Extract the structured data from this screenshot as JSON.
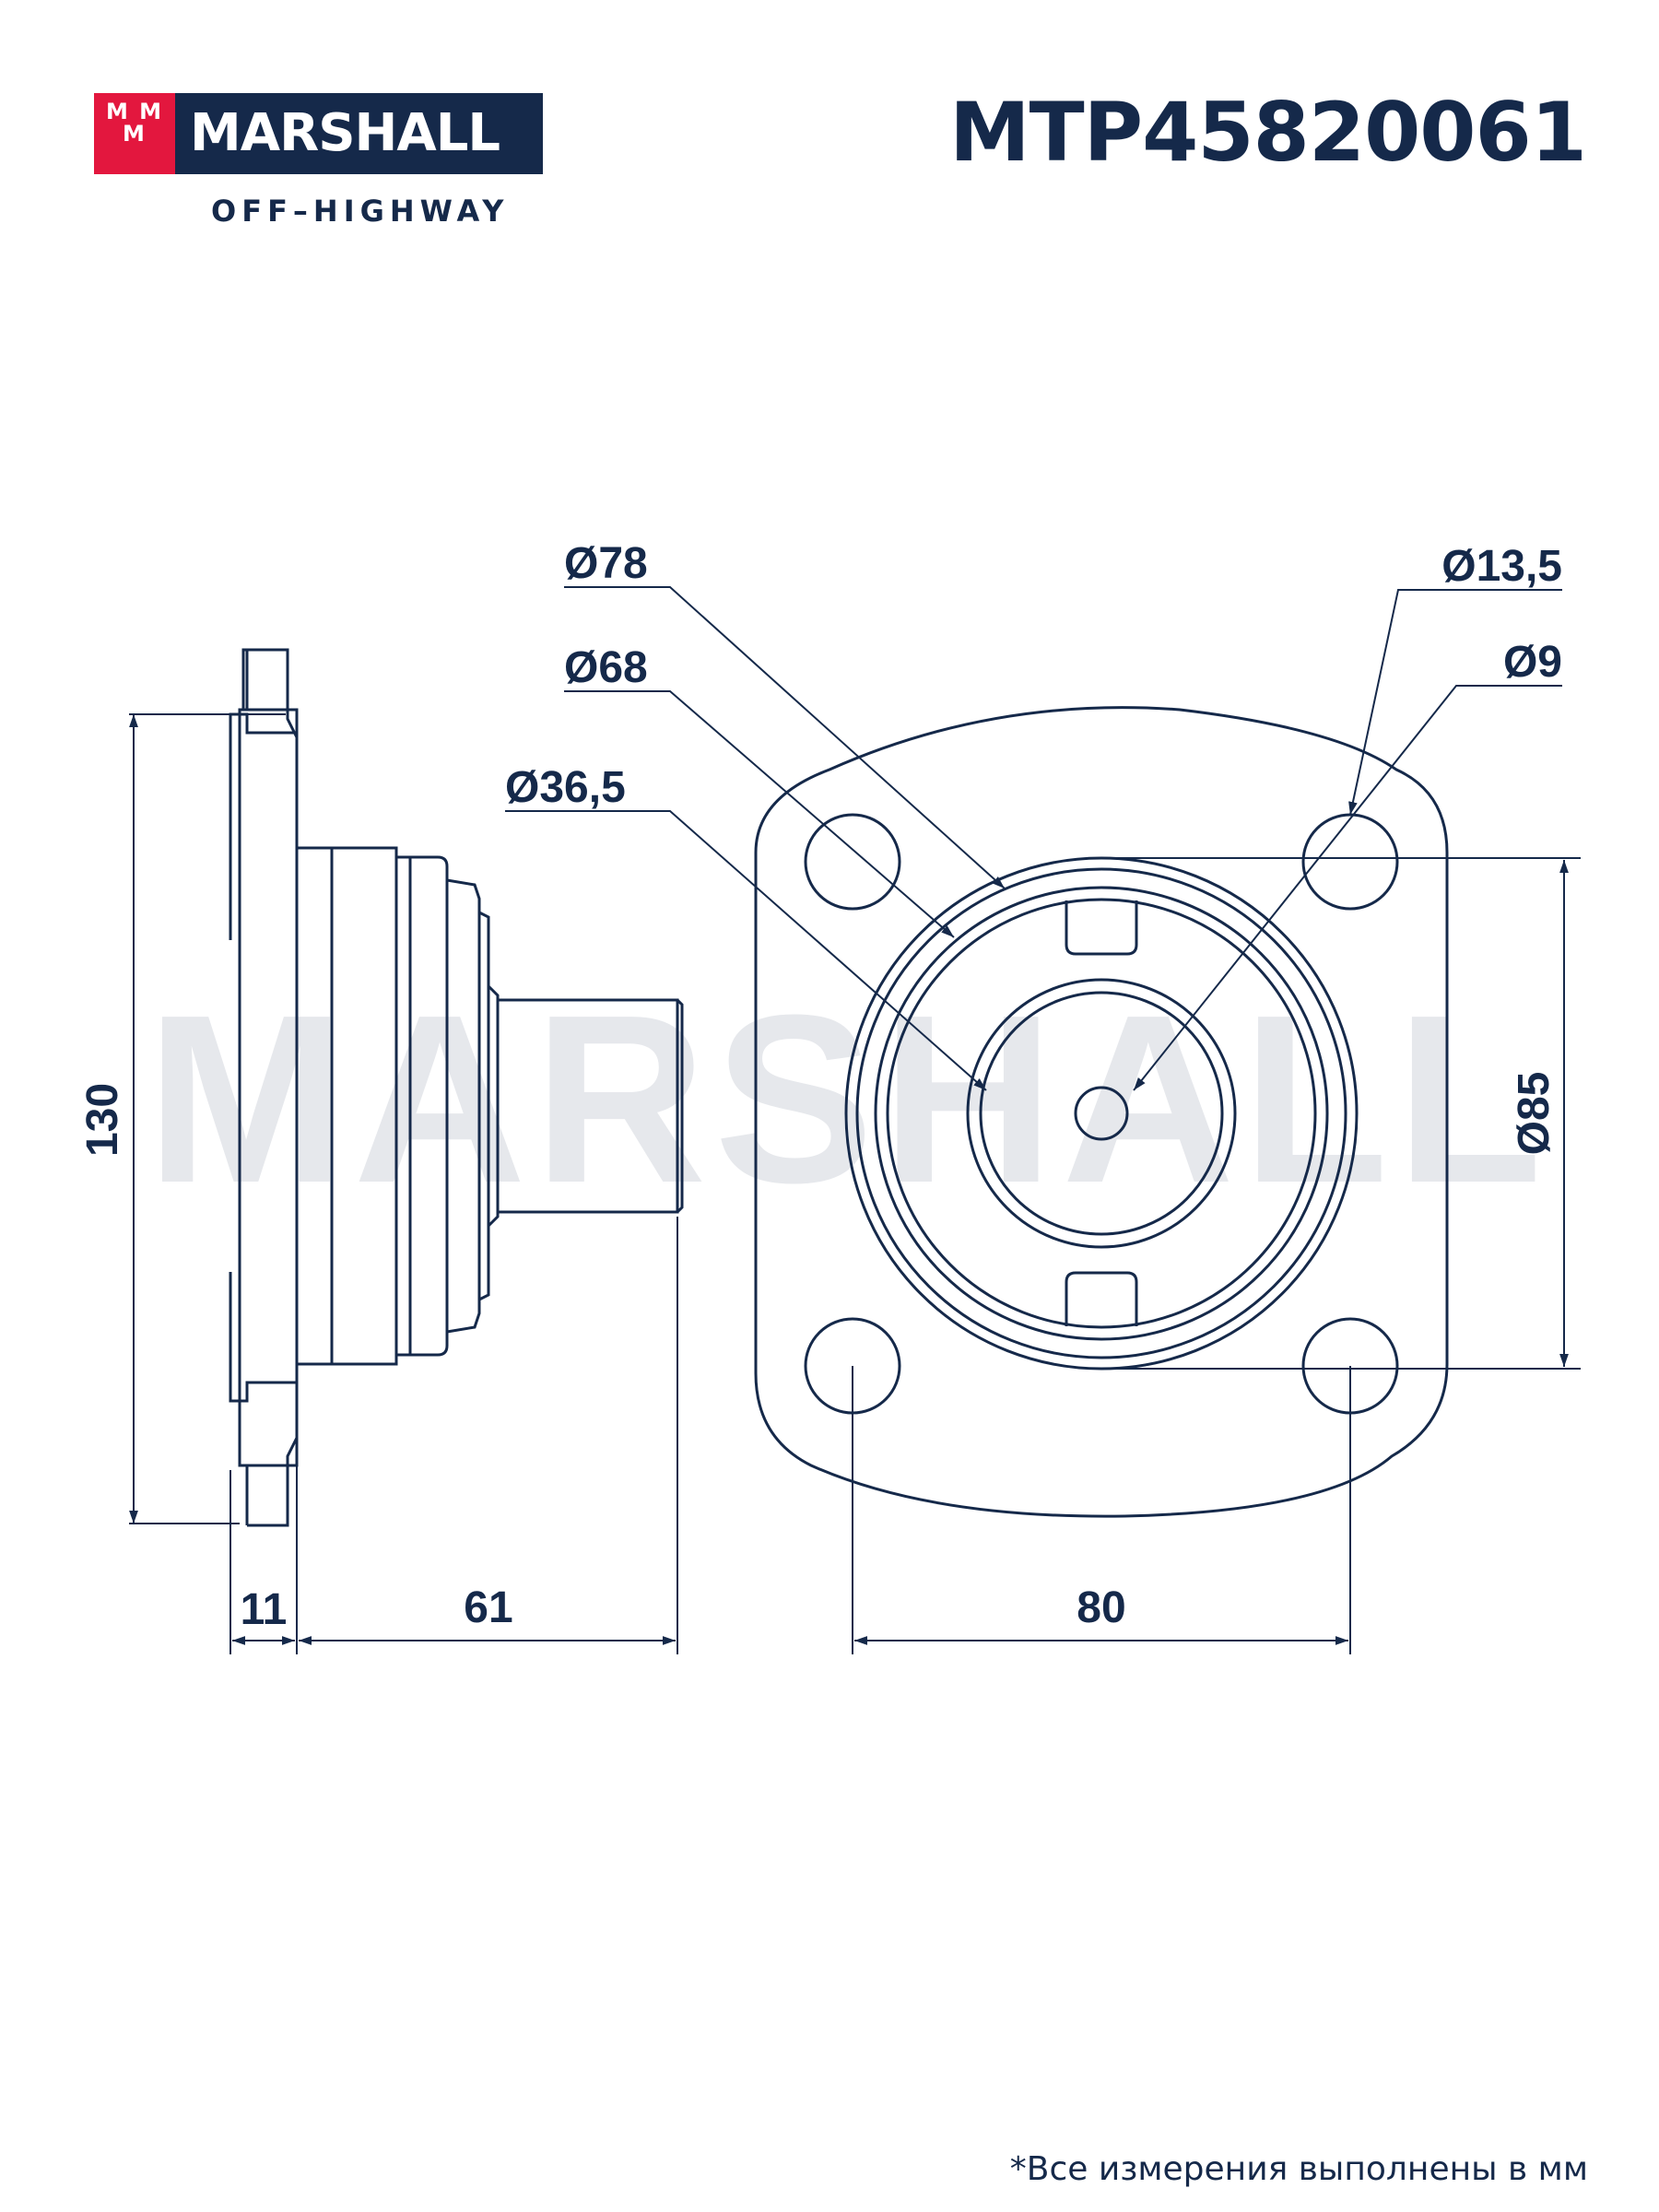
{
  "brand": {
    "mark": "M M M",
    "name": "MARSHALL",
    "subtitle": "OFF–HIGHWAY"
  },
  "part_number": "MTP45820061",
  "watermark": "MARSHALL",
  "dimensions": {
    "d78": "Ø78",
    "d68": "Ø68",
    "d36_5": "Ø36,5",
    "d13_5": "Ø13,5",
    "d9": "Ø9",
    "d85": "Ø85",
    "h130": "130",
    "w11": "11",
    "w61": "61",
    "w80": "80"
  },
  "footnote": "*Все измерения выполнены в мм",
  "colors": {
    "ink": "#15294a",
    "accent": "#e3173e",
    "watermark": "#e6e8ec"
  }
}
